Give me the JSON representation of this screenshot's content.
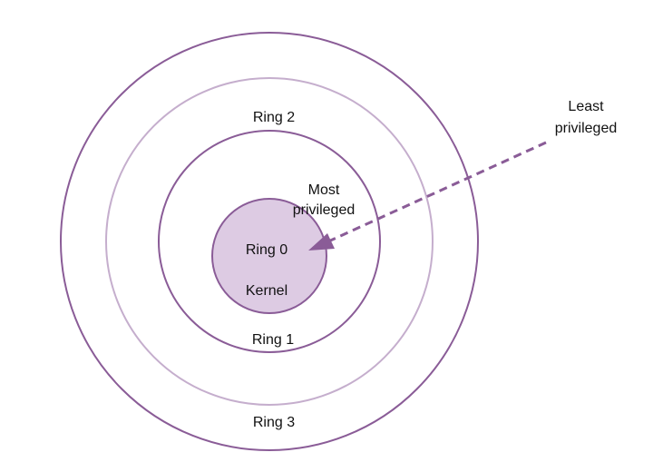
{
  "rings": [
    {
      "label": "Ring 0",
      "sublabel": "Kernel"
    },
    {
      "label": "Ring 1"
    },
    {
      "label": "Ring 2"
    },
    {
      "label": "Ring 3"
    }
  ],
  "annotations": {
    "most_privileged": [
      "Most",
      "privileged"
    ],
    "least_privileged": [
      "Least",
      "privileged"
    ]
  },
  "colors": {
    "ring_stroke": "#8a5c97",
    "ring2_stroke": "#c5aecd",
    "kernel_fill": "#ddcbe3",
    "arrow": "#8a5c97",
    "text": "#111111"
  }
}
